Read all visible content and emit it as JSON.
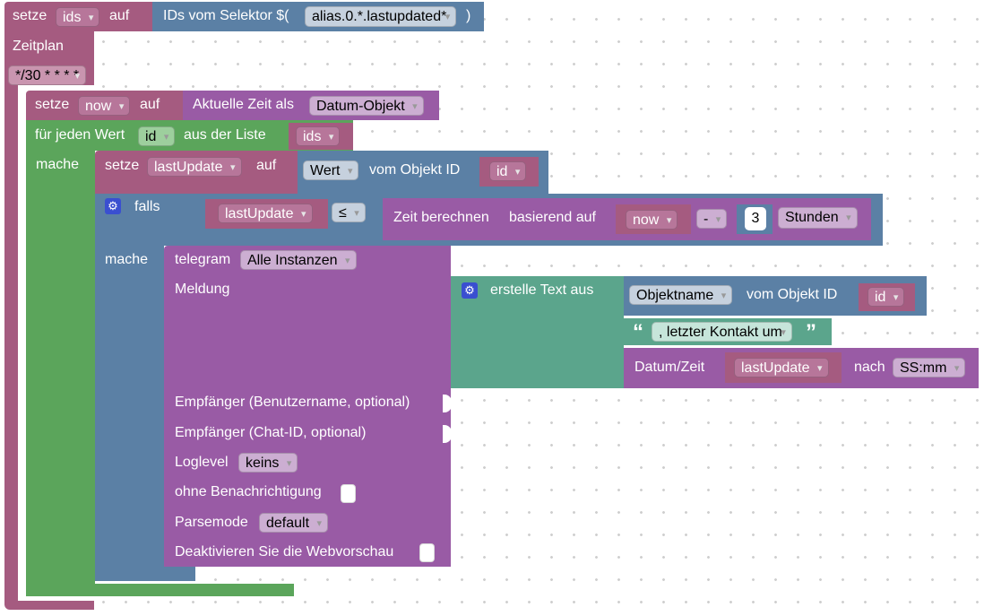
{
  "colors": {
    "variable": "#a55b80",
    "procedure": "#995ba5",
    "loop": "#5ba55b",
    "logic": "#5b80a5",
    "text": "#5ba58c",
    "value": "#5b80a5"
  },
  "row1": {
    "setze": "setze",
    "var": "ids",
    "auf": "auf",
    "selector_label": "IDs vom Selektor $(",
    "selector_value": "alias.0.*.lastupdated*",
    "selector_close": ")"
  },
  "schedule": {
    "label": "Zeitplan",
    "cron": "*/30 * * * *"
  },
  "set_now": {
    "setze": "setze",
    "var": "now",
    "auf": "auf",
    "current_time": "Aktuelle Zeit als",
    "format": "Datum-Objekt"
  },
  "foreach": {
    "label": "für jeden Wert",
    "var": "id",
    "list_label": "aus der Liste",
    "list_var": "ids",
    "do": "mache"
  },
  "set_lastupdate": {
    "setze": "setze",
    "var": "lastUpdate",
    "auf": "auf",
    "attr": "Wert",
    "of_object": "vom Objekt ID",
    "id_var": "id"
  },
  "if_block": {
    "falls": "falls",
    "left_var": "lastUpdate",
    "operator": "≤",
    "calc_label": "Zeit berechnen",
    "based_on": "basierend auf",
    "base_var": "now",
    "op": "-",
    "amount": "3",
    "unit": "Stunden",
    "do": "mache"
  },
  "telegram": {
    "label": "telegram",
    "instance": "Alle Instanzen",
    "message": "Meldung",
    "recipient_user": "Empfänger (Benutzername, optional)",
    "recipient_chat": "Empfänger (Chat-ID, optional)",
    "loglevel": "Loglevel",
    "loglevel_value": "keins",
    "silent": "ohne Benachrichtigung",
    "parsemode": "Parsemode",
    "parsemode_value": "default",
    "disable_preview": "Deaktivieren Sie die Webvorschau"
  },
  "text_join": {
    "label": "erstelle Text aus",
    "item1_attr": "Objektname",
    "item1_of": "vom Objekt ID",
    "item1_var": "id",
    "item2_text": ", letzter Kontakt um",
    "item3_label": "Datum/Zeit",
    "item3_var": "lastUpdate",
    "item3_after": "nach",
    "item3_format": "SS:mm"
  }
}
